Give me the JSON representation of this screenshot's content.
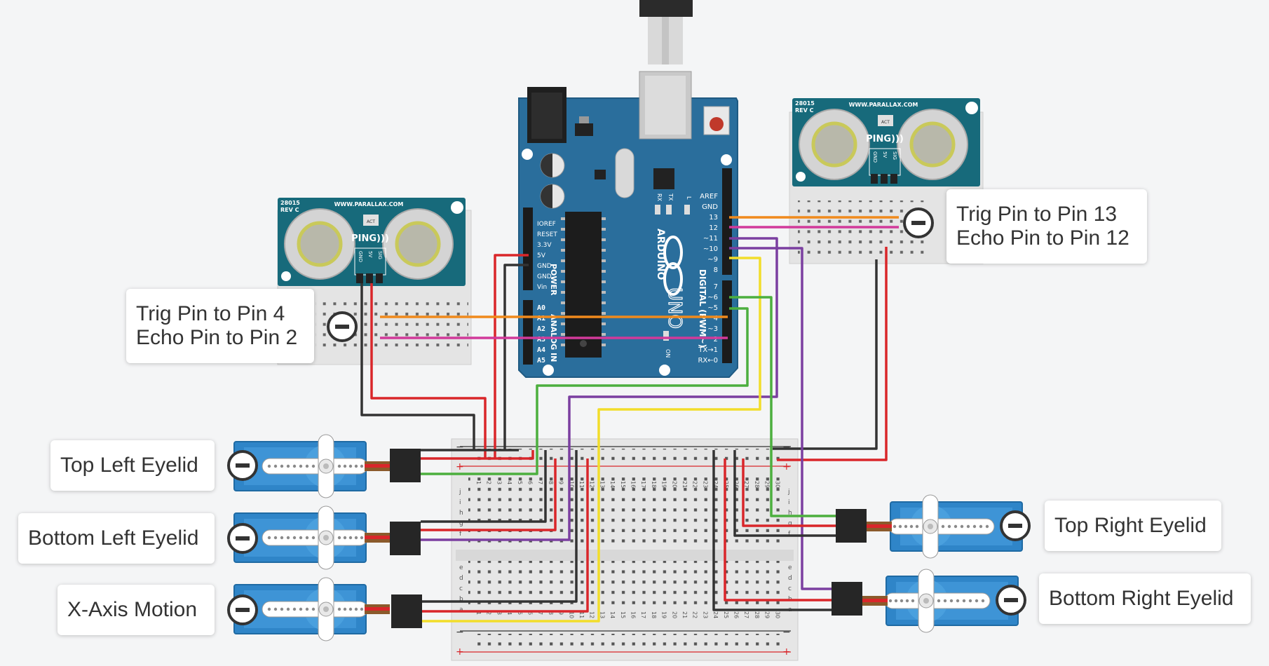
{
  "callouts": {
    "left_sensor": {
      "line1": "Trig Pin to Pin 4",
      "line2": "Echo Pin to Pin 2"
    },
    "right_sensor": {
      "line1": "Trig Pin to Pin 13",
      "line2": "Echo Pin to Pin 12"
    },
    "top_left_eyelid": "Top Left Eyelid",
    "bottom_left_eyelid": "Bottom Left Eyelid",
    "x_axis_motion": "X-Axis Motion",
    "top_right_eyelid": "Top Right Eyelid",
    "bottom_right_eyelid": "Bottom Right Eyelid"
  },
  "ping_sensor": {
    "model": "28015",
    "rev": "REV C",
    "url": "WWW.PARALLAX.COM",
    "name": "PING)))",
    "act": "ACT",
    "pins": [
      "GND",
      "5V",
      "SIG"
    ]
  },
  "arduino": {
    "brand": "ARDUINO",
    "model": "UNO",
    "power_header_label": "POWER",
    "analog_header_label": "ANALOG IN",
    "digital_header_label": "DIGITAL (PWM~)",
    "on_label": "ON",
    "tx_label": "TX",
    "rx_label": "RX",
    "l_label": "L",
    "power_pins": [
      "IOREF",
      "RESET",
      "3.3V",
      "5V",
      "GND",
      "GND",
      "Vin"
    ],
    "analog_pins": [
      "A0",
      "A1",
      "A2",
      "A3",
      "A4",
      "A5"
    ],
    "digital_pins_top": [
      "AREF",
      "GND",
      "13",
      "12",
      "~11",
      "~10",
      "~9",
      "8"
    ],
    "digital_pins_bottom": [
      "7",
      "~6",
      "~5",
      "4",
      "~3",
      "2",
      "TX→1",
      "RX←0"
    ]
  },
  "breadboard": {
    "row_letters_top": [
      "j",
      "i",
      "h",
      "g",
      "f"
    ],
    "row_letters_bottom": [
      "e",
      "d",
      "c",
      "b",
      "a"
    ],
    "column_numbers": [
      "1",
      "2",
      "3",
      "4",
      "5",
      "6",
      "7",
      "8",
      "9",
      "10",
      "11",
      "12",
      "13",
      "14",
      "15",
      "16",
      "17",
      "18",
      "19",
      "20",
      "21",
      "22",
      "23",
      "24",
      "25",
      "26",
      "27",
      "28",
      "29",
      "30"
    ],
    "minus": "−",
    "plus": "+"
  },
  "colors": {
    "background": "#f4f5f6",
    "arduino_blue": "#2a6e9c",
    "sensor_teal": "#176a7b",
    "servo_blue": "#2f85c8",
    "wire_red": "#d9262a",
    "wire_black": "#333333",
    "wire_orange": "#f08a1c",
    "wire_magenta": "#d13a9a",
    "wire_yellow": "#f2dd2a",
    "wire_green": "#4caf3e",
    "wire_purple": "#7b3fa0"
  }
}
